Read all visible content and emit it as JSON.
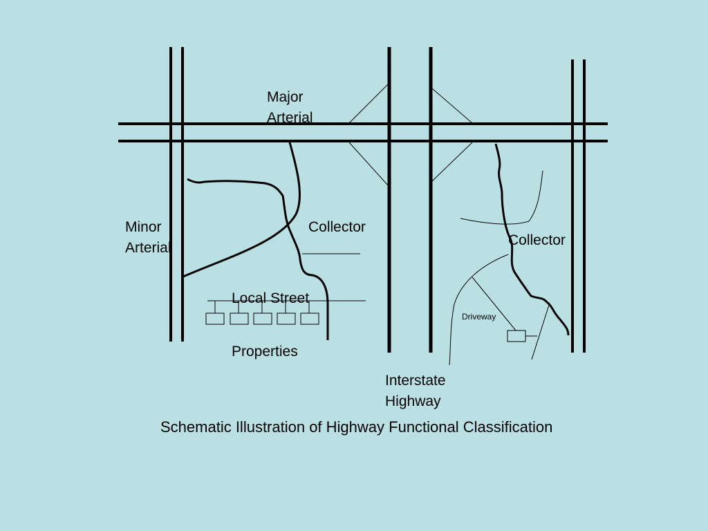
{
  "diagram": {
    "labels": {
      "major_arterial": "Major\nArterial",
      "minor_arterial": "Minor\nArterial",
      "collector_left": "Collector",
      "collector_right": "Collector",
      "local_street": "Local Street",
      "properties": "Properties",
      "driveway": "Driveway",
      "interstate_highway": "Interstate\nHighway"
    },
    "caption": "Schematic Illustration of Highway Functional Classification",
    "colors": {
      "background": "#bbe0e3",
      "ink": "#000000"
    }
  }
}
